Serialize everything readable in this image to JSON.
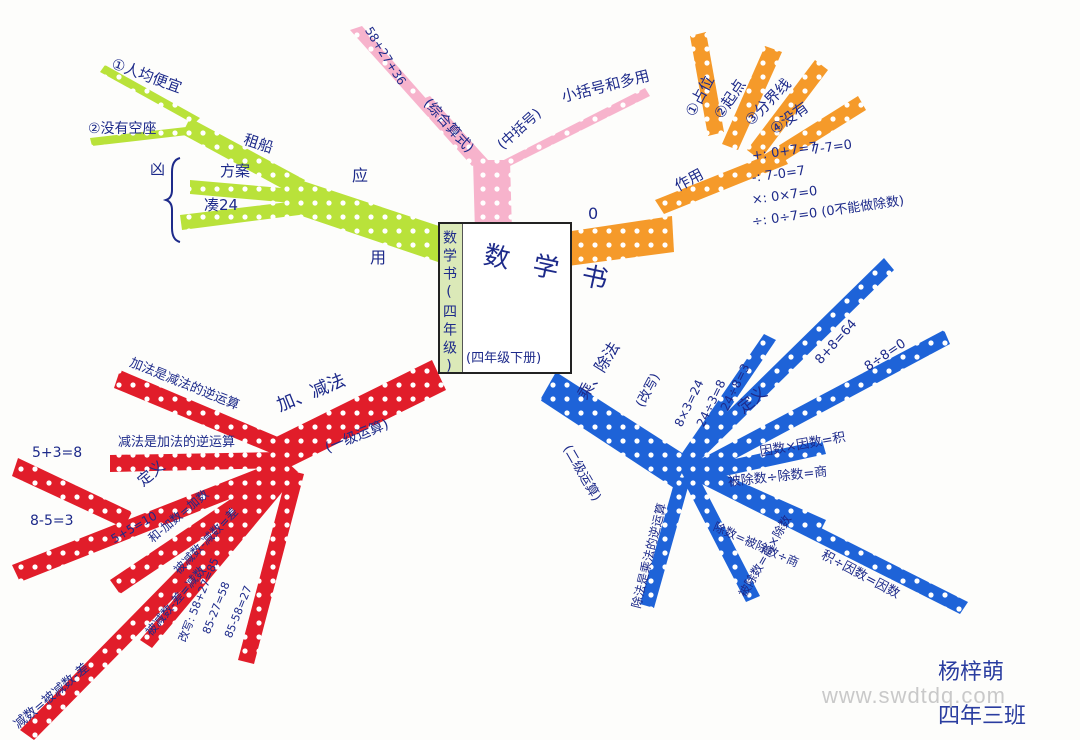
{
  "colors": {
    "green_tape": "#b9e23a",
    "pink_tape": "#f7b3cc",
    "orange_tape": "#f59a2a",
    "red_tape": "#e11d2a",
    "blue_tape": "#1e63d8",
    "ink": "#1d2a8a"
  },
  "center": {
    "title_chars": "数学书",
    "strip_text": "数学书(四年级)",
    "grade_label": "(四年级下册)"
  },
  "green_branch": {
    "root_label": "应",
    "root_label2": "用",
    "sub_rent": "租船",
    "sub_plan": "方案",
    "sub_24": "凑24",
    "brace_mark": "凶",
    "leaf1": "①人均便宜",
    "leaf2": "②没有空座"
  },
  "pink_branch": {
    "label_comprehensive": "(综合算式)",
    "label_brackets": "(中括号)",
    "label_small_brackets": "小括号和多用",
    "formula": "58+27+36"
  },
  "orange_branch": {
    "root_label": "0",
    "label_effect": "作用",
    "leaf1": "①占位",
    "leaf2": "②起点",
    "leaf3": "③分界线",
    "leaf4": "④没有",
    "rule1": "+: 0+7=7",
    "rule1b": "7-7=0",
    "rule2": "-: 7-0=7",
    "rule3": "×: 0×7=0",
    "rule4": "÷: 0÷7=0 (0不能做除数)"
  },
  "red_branch": {
    "root_label": "加、减法",
    "sub_label": "(一级运算)",
    "label_def": "定义",
    "leaf1": "加法是减法的逆运算",
    "leaf2": "减法是加法的逆运算",
    "eq1": "5+3=8",
    "eq2": "8-5=3",
    "eq3": "5+5=10",
    "eq4": "和-加数=加数",
    "eq5": "被减数-减数=差",
    "eq6": "被减数-差=减数",
    "eq7": "改写: 58+27=85",
    "eq8": "85-27=58",
    "eq9": "85-58=27",
    "eq10": "减数=被减数-差"
  },
  "blue_branch": {
    "root_label": "乘、除法",
    "sub_label": "(二级运算)",
    "label_def": "定义",
    "leaf_rewrite": "(改写)",
    "eq1": "8×3=24",
    "eq2": "24÷3=8",
    "eq3": "24÷8=3",
    "eq4": "8+8=64",
    "eq5": "8÷8=0",
    "rel1": "因数×因数=积",
    "rel2": "被除数÷除数=商",
    "rel3": "积÷因数=因数",
    "rel4": "除数=被除数÷商",
    "rel5": "被除数=商×除数",
    "rel6": "除法是乘法的逆运算"
  },
  "signature": {
    "name": "杨梓萌",
    "class": "四年三班"
  },
  "watermark": "www.swdtdq.com"
}
